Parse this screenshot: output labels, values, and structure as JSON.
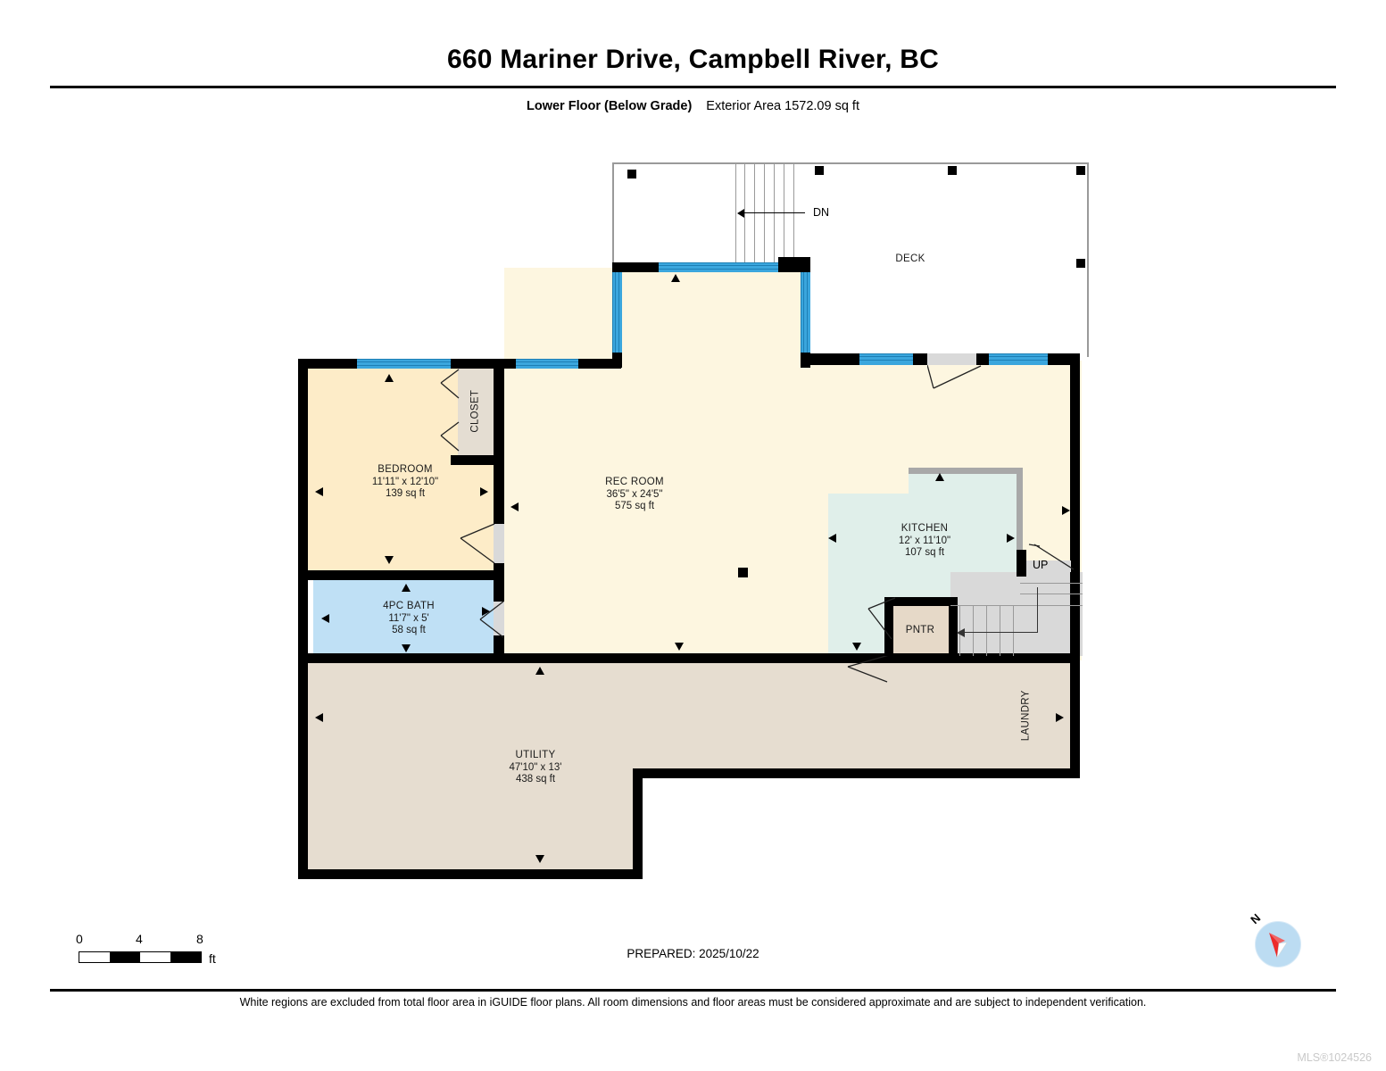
{
  "header": {
    "title": "660 Mariner Drive, Campbell River, BC",
    "floor_label": "Lower Floor (Below Grade)",
    "area_label": "Exterior Area 1572.09 sq ft"
  },
  "rooms": [
    {
      "name": "DECK",
      "dims": "",
      "area": ""
    },
    {
      "name": "BEDROOM",
      "dims": "11'11\" x 12'10\"",
      "area": "139 sq ft"
    },
    {
      "name": "CLOSET",
      "dims": "",
      "area": ""
    },
    {
      "name": "REC ROOM",
      "dims": "36'5\" x 24'5\"",
      "area": "575 sq ft"
    },
    {
      "name": "KITCHEN",
      "dims": "12' x 11'10\"",
      "area": "107 sq ft"
    },
    {
      "name": "PNTR",
      "dims": "",
      "area": ""
    },
    {
      "name": "4PC BATH",
      "dims": "11'7\" x 5'",
      "area": "58 sq ft"
    },
    {
      "name": "UTILITY",
      "dims": "47'10\" x 13'",
      "area": "438 sq ft"
    },
    {
      "name": "LAUNDRY",
      "dims": "",
      "area": ""
    }
  ],
  "stair_markers": {
    "down": "DN",
    "up": "UP"
  },
  "scale": {
    "ticks": [
      "0",
      "4",
      "8"
    ],
    "unit": "ft"
  },
  "footer": {
    "prepared": "PREPARED: 2025/10/22",
    "disclaimer": "White regions are excluded from total floor area in iGUIDE floor plans. All room dimensions and floor areas must be considered approximate and are subject to independent verification.",
    "mls": "MLS®1024526"
  },
  "compass": {
    "north_label": "N"
  },
  "colors": {
    "wall": "#000000",
    "window": "#3ba6dd",
    "bedroom_fill": "#fdecc8",
    "rec_fill": "#fdf6e0",
    "kitchen_fill": "#e0efea",
    "bath_fill": "#bfe0f5",
    "utility_fill": "#e6ddd0",
    "pantry_fill": "#e6d9c8",
    "stair_fill": "#d9d9d9",
    "deck_fill": "#ffffff",
    "mls_text": "#c9c9c9"
  }
}
